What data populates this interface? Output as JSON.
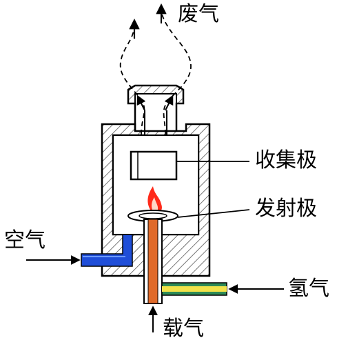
{
  "labels": {
    "exhaust": "废气",
    "collector": "收集极",
    "emitter": "发射极",
    "air": "空气",
    "hydrogen": "氢气",
    "carrier_gas": "载气"
  },
  "colors": {
    "outline": "#000000",
    "hatch": "#555555",
    "flame_outer": "#ff2a1a",
    "flame_inner": "#ffd6c8",
    "carrier_tube": "#e06a2a",
    "air_tube": "#1f4ed8",
    "hydrogen_tube_outer": "#2e8b57",
    "hydrogen_tube_inner": "#f2e34a"
  }
}
